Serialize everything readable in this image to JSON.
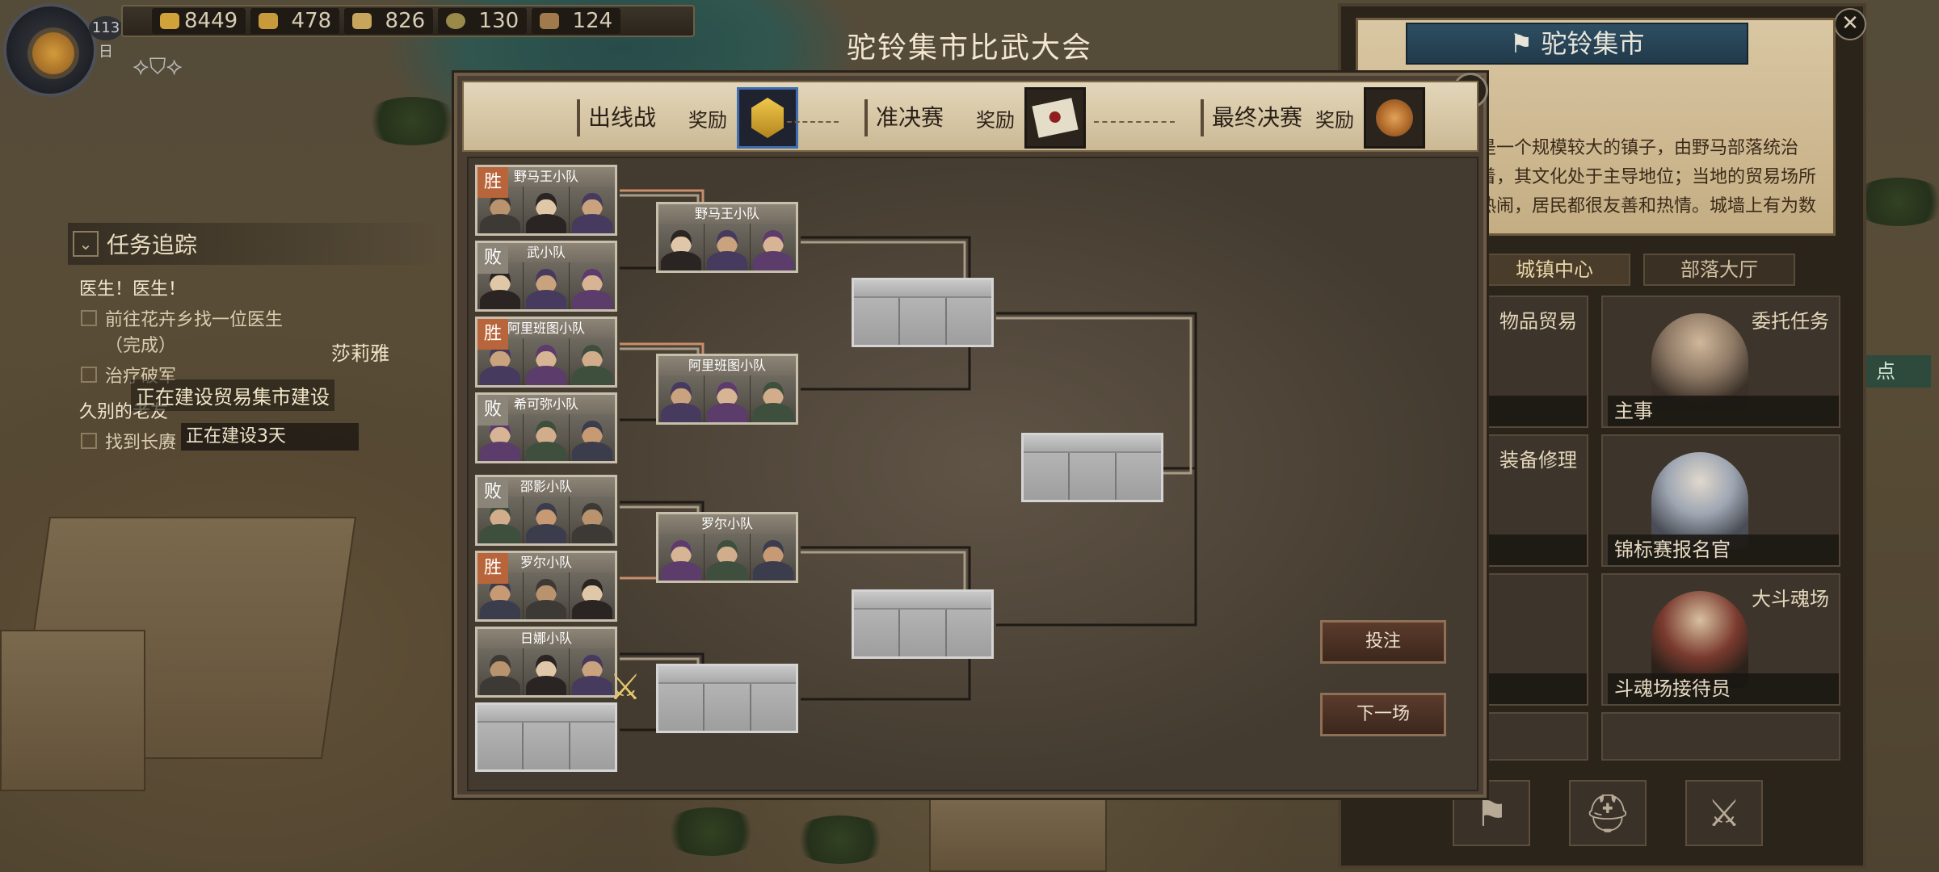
{
  "hud": {
    "day": "113日",
    "resources": [
      {
        "icon": "coin-icon",
        "value": "8449",
        "color": "#d1a23a"
      },
      {
        "icon": "gold-bar-icon",
        "value": "478",
        "color": "#c89a3c"
      },
      {
        "icon": "wheat-icon",
        "value": "826",
        "color": "#c7a55b"
      },
      {
        "icon": "seed-icon",
        "value": "130",
        "color": "#9a8a4a"
      },
      {
        "icon": "meat-icon",
        "value": "124",
        "color": "#a07a4a"
      }
    ]
  },
  "quest": {
    "header": "任务追踪",
    "category": "医生！医生！",
    "items": [
      {
        "text": "前往花卉乡找一位医生（完成）"
      },
      {
        "text": "治疗破军"
      }
    ],
    "category2": "久别的老友",
    "items2": [
      {
        "text": "找到长赓"
      }
    ]
  },
  "world": {
    "npc_name": "莎莉雅",
    "building_status": "正在建设贸易集市建设",
    "building_days": "正在建设3天"
  },
  "dialog": {
    "title": "驼铃集市比武大会",
    "stages": [
      {
        "name": "出线战",
        "reward_label": "奖励",
        "reward_icon": "gold-token-icon"
      },
      {
        "name": "准决赛",
        "reward_label": "奖励",
        "reward_icon": "scroll-map-icon"
      },
      {
        "name": "最终决赛",
        "reward_label": "奖励",
        "reward_icon": "trophy-axes-icon"
      }
    ],
    "round1": [
      {
        "name": "野马王小队",
        "result": "胜"
      },
      {
        "name": "武小队",
        "result": "败"
      },
      {
        "name": "阿里班图小队",
        "result": "胜"
      },
      {
        "name": "希可弥小队",
        "result": "败"
      },
      {
        "name": "邵影小队",
        "result": "败"
      },
      {
        "name": "罗尔小队",
        "result": "胜"
      },
      {
        "name": "日娜小队",
        "result": ""
      }
    ],
    "round2": [
      {
        "name": "野马王小队"
      },
      {
        "name": "阿里班图小队"
      },
      {
        "name": "罗尔小队"
      }
    ],
    "buttons": {
      "bet": "投注",
      "next": "下一场"
    }
  },
  "town": {
    "title": "驼铃集市",
    "description": "是一个规模较大的镇子，由野马部落统治着，其文化处于主导地位；当地的贸易场所热闹，居民都很友善和热情。城墙上有为数不多",
    "tabs": [
      "城镇中心",
      "部落大厅"
    ],
    "services": [
      {
        "label": "物品贸易",
        "npc": ""
      },
      {
        "label": "委托任务",
        "npc": "主事"
      },
      {
        "label": "装备修理",
        "npc": ""
      },
      {
        "label": "",
        "npc": "锦标赛报名官"
      },
      {
        "label": "",
        "npc": ""
      },
      {
        "label": "大斗魂场",
        "npc": "斗魂场接待员"
      }
    ],
    "side_label": "点"
  }
}
